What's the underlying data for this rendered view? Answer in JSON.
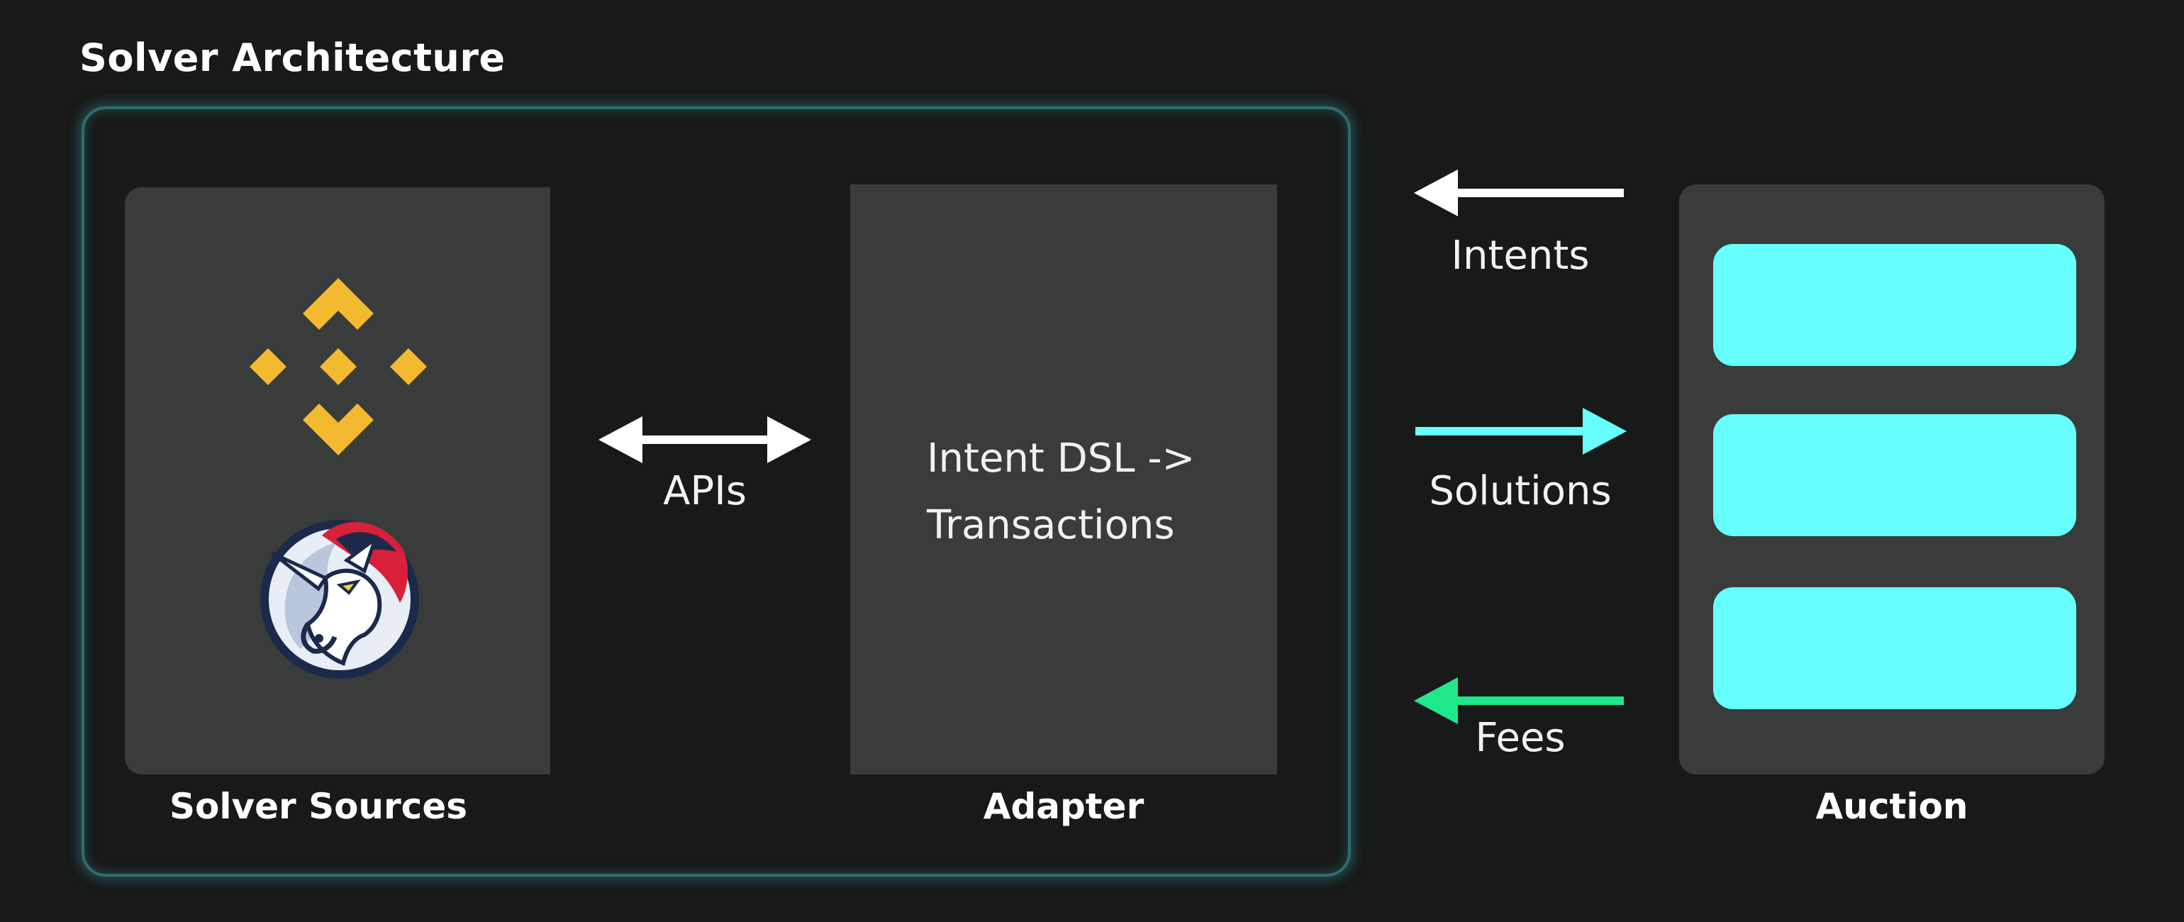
{
  "title": "Solver Architecture",
  "panels": {
    "sources": {
      "label": "Solver Sources",
      "logos": [
        "binance-logo-icon",
        "1inch-unicorn-logo-icon"
      ]
    },
    "adapter": {
      "label": "Adapter",
      "text_line1": "Intent DSL ->",
      "text_line2": "Transactions"
    },
    "auction": {
      "label": "Auction",
      "slot_count": 3
    }
  },
  "connections": {
    "apis": {
      "label": "APIs",
      "direction": "bidirectional"
    },
    "intents": {
      "label": "Intents",
      "direction": "left"
    },
    "solutions": {
      "label": "Solutions",
      "direction": "right"
    },
    "fees": {
      "label": "Fees",
      "direction": "left"
    }
  },
  "colors": {
    "background": "#181919",
    "panel": "#3a3b3b",
    "frame_glow": "#2f6c73",
    "auction_slot": "#66fffd",
    "binance_gold": "#f3ba2f",
    "intents_arrow": "#ffffff",
    "solutions_arrow": "#66fffd",
    "fees_arrow": "#1ee88a",
    "apis_arrow": "#ffffff"
  }
}
